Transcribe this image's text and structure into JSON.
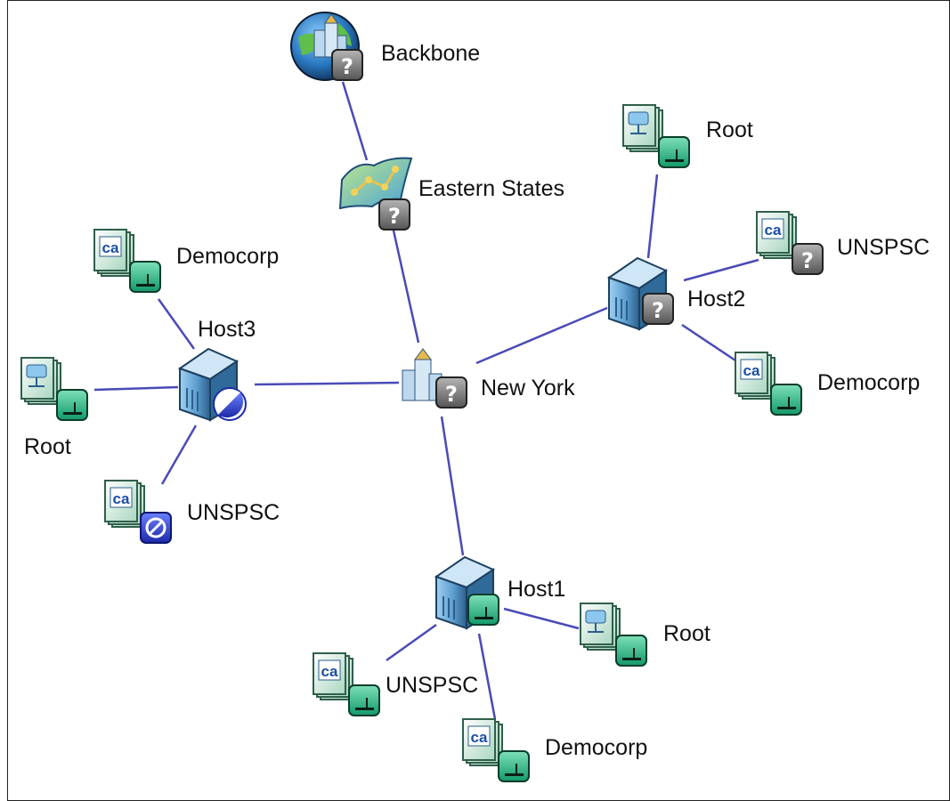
{
  "colors": {
    "edge": "#4a4ab8",
    "status_up": "#2fb887",
    "status_unknown": "#7a7a7a",
    "status_disabled": "#2b3fc4",
    "server": "#5d9fd0",
    "document": "#bfe0cf"
  },
  "nodes": {
    "backbone": {
      "label": "Backbone",
      "icon": "globe-city-icon",
      "status": "unknown"
    },
    "eastern_states": {
      "label": "Eastern States",
      "icon": "map-icon",
      "status": "unknown"
    },
    "new_york": {
      "label": "New York",
      "icon": "city-building-icon",
      "status": "unknown"
    },
    "host1": {
      "label": "Host1",
      "icon": "server-icon",
      "status": "up"
    },
    "host2": {
      "label": "Host2",
      "icon": "server-icon",
      "status": "unknown"
    },
    "host3": {
      "label": "Host3",
      "icon": "server-icon",
      "status": "disabled"
    },
    "host2_root": {
      "label": "Root",
      "icon": "root-document-icon",
      "status": "up"
    },
    "host2_unspsc": {
      "label": "UNSPSC",
      "icon": "ca-document-icon",
      "status": "unknown"
    },
    "host2_democorp": {
      "label": "Democorp",
      "icon": "ca-document-icon",
      "status": "up"
    },
    "host3_democorp": {
      "label": "Democorp",
      "icon": "ca-document-icon",
      "status": "up"
    },
    "host3_root": {
      "label": "Root",
      "icon": "root-document-icon",
      "status": "up"
    },
    "host3_unspsc": {
      "label": "UNSPSC",
      "icon": "ca-document-icon",
      "status": "disabled"
    },
    "host1_root": {
      "label": "Root",
      "icon": "root-document-icon",
      "status": "up"
    },
    "host1_unspsc": {
      "label": "UNSPSC",
      "icon": "ca-document-icon",
      "status": "up"
    },
    "host1_democorp": {
      "label": "Democorp",
      "icon": "ca-document-icon",
      "status": "up"
    }
  },
  "edges": [
    [
      "backbone",
      "eastern_states"
    ],
    [
      "eastern_states",
      "new_york"
    ],
    [
      "new_york",
      "host2"
    ],
    [
      "new_york",
      "host3"
    ],
    [
      "new_york",
      "host1"
    ],
    [
      "host2",
      "host2_root"
    ],
    [
      "host2",
      "host2_unspsc"
    ],
    [
      "host2",
      "host2_democorp"
    ],
    [
      "host3",
      "host3_democorp"
    ],
    [
      "host3",
      "host3_root"
    ],
    [
      "host3",
      "host3_unspsc"
    ],
    [
      "host1",
      "host1_root"
    ],
    [
      "host1",
      "host1_unspsc"
    ],
    [
      "host1",
      "host1_democorp"
    ]
  ]
}
